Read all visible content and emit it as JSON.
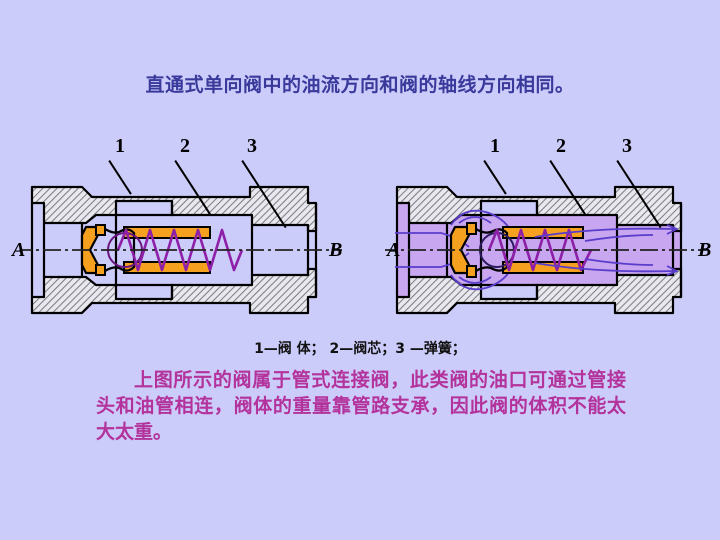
{
  "background_color": "#ccccfa",
  "title": {
    "text": "直通式单向阀中的油流方向和阀的轴线方向相同。",
    "color": "#3a3a9c"
  },
  "diagrams": [
    {
      "name": "closed-valve",
      "state": "closed",
      "port_inlet": "A",
      "port_outlet": "B",
      "callouts": [
        {
          "label": "1",
          "target": "valve-body"
        },
        {
          "label": "2",
          "target": "valve-core"
        },
        {
          "label": "3",
          "target": "spring"
        }
      ]
    },
    {
      "name": "open-valve",
      "state": "open",
      "port_inlet": "A",
      "port_outlet": "B",
      "callouts": [
        {
          "label": "1",
          "target": "valve-body"
        },
        {
          "label": "2",
          "target": "valve-core"
        },
        {
          "label": "3",
          "target": "spring"
        }
      ]
    }
  ],
  "legend": {
    "text": "1—阀 体； 2—阀芯；3 —弹簧；",
    "items": [
      {
        "number": "1",
        "name": "阀 体"
      },
      {
        "number": "2",
        "name": "阀芯"
      },
      {
        "number": "3",
        "name": "弹簧"
      }
    ]
  },
  "paragraph": {
    "text": "上图所示的阀属于管式连接阀，此类阀的油口可通过管接头和油管相连，阀体的重量靠管路支承，因此阀的体积不能太大太重。",
    "color": "#b3329b"
  },
  "colors": {
    "background": "#ccccfa",
    "title_text": "#3a3a9c",
    "paragraph_text": "#b3329b",
    "valve_core_orange": "#f5a01e",
    "spring_purple": "#8e1fa8",
    "fluid_purple": "#c9a6f0",
    "body_hatch": "#8a8a8a",
    "outline": "#000000"
  }
}
